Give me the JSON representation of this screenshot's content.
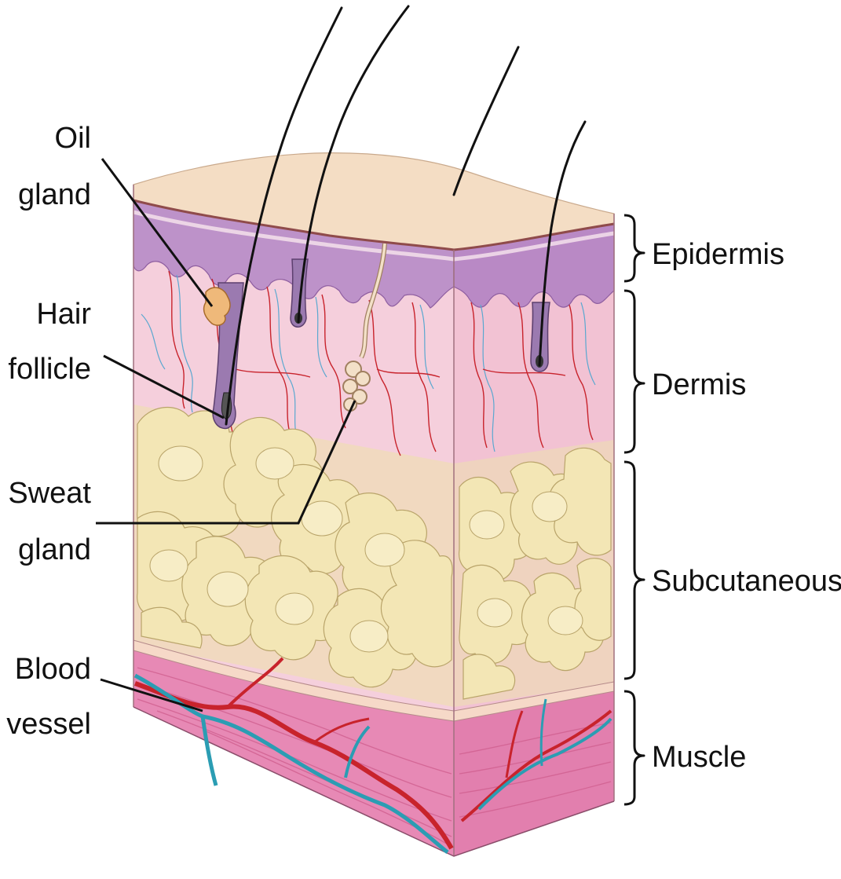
{
  "diagram": {
    "layers": {
      "epidermis": "Epidermis",
      "dermis": "Dermis",
      "subcutaneous": "Subcutaneous",
      "muscle": "Muscle"
    },
    "structures": {
      "oil_gland": [
        "Oil",
        "gland"
      ],
      "hair_follicle": [
        "Hair",
        "follicle"
      ],
      "sweat_gland": [
        "Sweat",
        "gland"
      ],
      "blood_vessel": [
        "Blood",
        "vessel"
      ]
    },
    "colors": {
      "epidermis": "#b98bc4",
      "dermis": "#f3c7d6",
      "subcutaneous_fat": "#f3e6b5",
      "muscle": "#e27fae",
      "artery": "#c8232c",
      "vein": "#2b9db3"
    }
  }
}
